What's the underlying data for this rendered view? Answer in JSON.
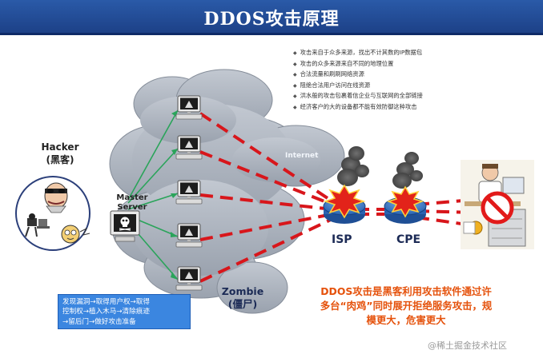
{
  "title": "DDOS攻击原理",
  "notes": [
    "攻击来自于众多来源，找出不计其数的IP数据包",
    "攻击的众多来源来自不同的地理位置",
    "合法流量和刷刷网络资源",
    "阻绝合法用户访问在线资源",
    "洪水般的攻击包裹着信企业与互联网的全部链接",
    "经济客户的大的设备都不能有效防御这种攻击"
  ],
  "hacker": {
    "label_line1": "Hacker",
    "label_line2": "(黑客)"
  },
  "master": {
    "label_line1": "Master",
    "label_line2": "Server"
  },
  "internet_label": "Internet",
  "zombie": {
    "label_line1": "Zombie",
    "label_line2": "(僵尸)"
  },
  "isp_label": "ISP",
  "cpe_label": "CPE",
  "steps": {
    "line1": "发现漏洞→取得用户权→取得",
    "line2": "控制权→植入木马→清除痕迹",
    "line3": "→留后门→做好攻击准备"
  },
  "description": {
    "line1": "DDOS攻击是黑客利用攻击软件通过许",
    "line2": "多台“肉鸡”同时展开拒绝服务攻击，规",
    "line3": "模更大，危害更大"
  },
  "watermark": "@稀土掘金技术社区",
  "colors": {
    "title_bar": "#1f4a96",
    "cloud": "#aab1bd",
    "attack_lines": "#d8161b",
    "control_lines": "#2aa45a",
    "router": "#2f6fc0",
    "explosion": "#e2231a",
    "steps_box": "#3b86e0",
    "description_text": "#e5520c"
  },
  "icons": [
    "hacker-portrait-icon",
    "computer-icon",
    "skull-icon",
    "router-icon",
    "explosion-icon",
    "smoke-icon",
    "blocked-sign-icon",
    "server-icon",
    "office-worker-icon"
  ]
}
